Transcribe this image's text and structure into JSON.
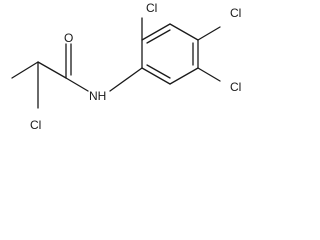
{
  "molecule": {
    "atoms": {
      "o": "O",
      "nh": "NH",
      "cl_alpha": "Cl",
      "cl_ring_top": "Cl",
      "cl_ring_right_top": "Cl",
      "cl_ring_right_bottom": "Cl"
    },
    "bond_color": "#1a1a1a",
    "background": "#ffffff"
  }
}
